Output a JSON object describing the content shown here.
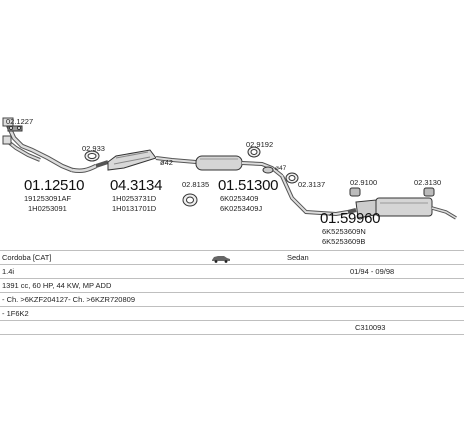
{
  "parts": {
    "p_clamp_left": "02.1227",
    "p_main1": "01.12510",
    "p_main1_ref1": "191253091AF",
    "p_main1_ref2": "1H0253091",
    "p_clamp2": "02.933",
    "p_main2": "04.3134",
    "p_main2_ref1": "1H0253731D",
    "p_main2_ref2": "1H0131701D",
    "p_diam": "ø42",
    "p_clamp3": "02.8135",
    "p_main3": "01.51300",
    "p_main3_ref1": "6K0253409",
    "p_main3_ref2": "6K0253409J",
    "p_clamp4": "02.9192",
    "p_diam2": "ø47",
    "p_clamp5": "02.3137",
    "p_clamp6": "02.9100",
    "p_clamp7": "02.3130",
    "p_main4": "01.59960",
    "p_main4_ref1": "6K5253609N",
    "p_main4_ref2": "6K5253609B"
  },
  "vehicle": {
    "model": "Cordoba [CAT]",
    "body": "Sedan",
    "engine": "1.4i",
    "years": "01/94 - 09/98",
    "specs": "1391 cc, 60 HP, 44 KW, MP ADD",
    "codes": "- Ch. >6KZF204127- Ch. >6KZR720809",
    "variant": "- 1F6K2",
    "catalog": "C310093"
  }
}
